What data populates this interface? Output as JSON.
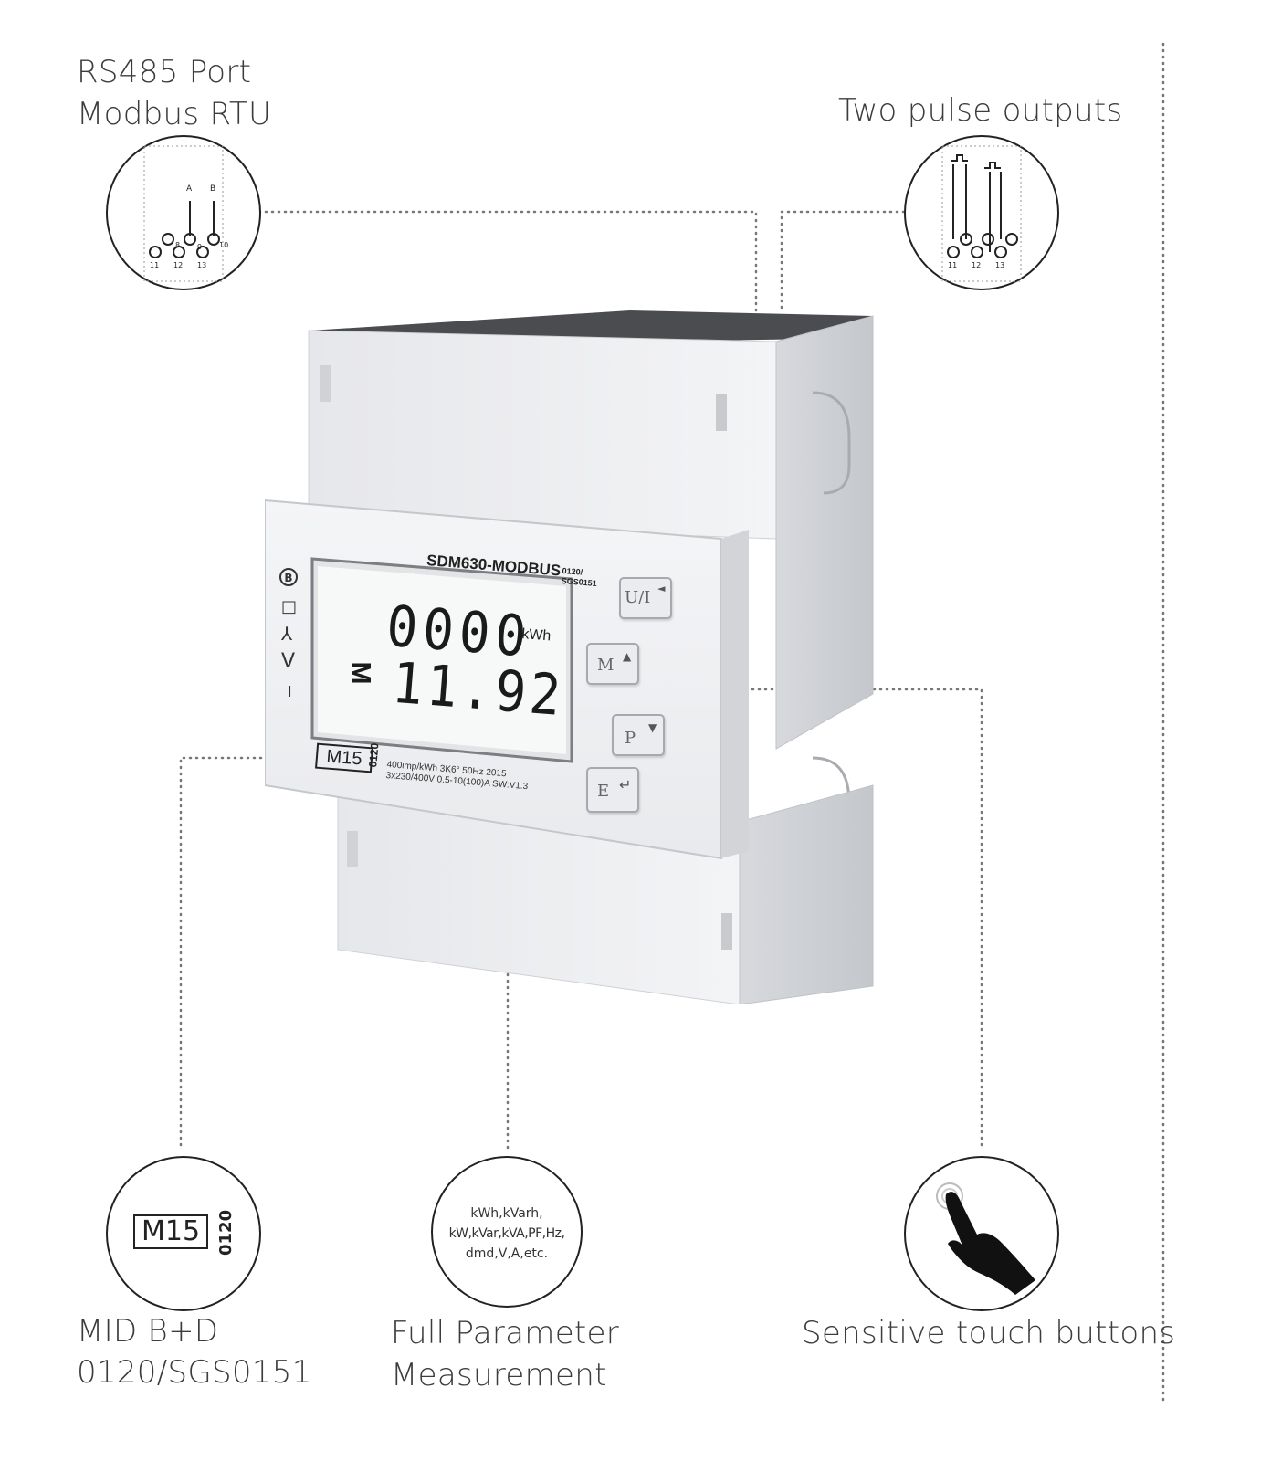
{
  "features": {
    "rs485": {
      "line1": "RS485 Port",
      "line2": "Modbus RTU",
      "icon": "rs485-terminal-icon",
      "terminal_labels_top": [
        "A",
        "B"
      ],
      "terminal_nums": [
        "8",
        "9",
        "10"
      ],
      "terminal_labels_bottom": [
        "11",
        "12",
        "13"
      ]
    },
    "pulse": {
      "line1": "Two pulse outputs",
      "icon": "pulse-terminal-icon",
      "terminal_labels_bottom": [
        "11",
        "12",
        "13"
      ]
    },
    "mid": {
      "line1": "MID B+D",
      "line2": "0120/SGS0151",
      "icon_text": "M15",
      "icon_side": "0120"
    },
    "params": {
      "line1": "Full Parameter",
      "line2": "Measurement",
      "icon_line1": "kWh,kVarh,",
      "icon_line2": "kW,kVar,kVA,PF,Hz,",
      "icon_line3": "dmd,V,A,etc."
    },
    "touch": {
      "line1": "Sensitive touch buttons",
      "icon": "finger-touch-icon"
    }
  },
  "meter": {
    "model": "SDM630-MODBUS",
    "cert_top": "0120/",
    "cert_bottom": "SGS0151",
    "display_line1": "0000",
    "display_line2": "11.92",
    "display_mode": "M",
    "display_unit": "kWh",
    "mark": "M15",
    "mark_code": "0120",
    "spec_line1": "400imp/kWh   3K6°  50Hz   2015",
    "spec_line2": "3x230/400V 0.5-10(100)A  SW:V1.3",
    "buttons": [
      {
        "label": "U/I",
        "arrow": "◄"
      },
      {
        "label": "M",
        "arrow": "▲"
      },
      {
        "label": "P",
        "arrow": "▼"
      },
      {
        "label": "E",
        "arrow": "↵"
      }
    ],
    "side_icons": [
      "B",
      "□",
      "⅄",
      "V",
      "ı"
    ]
  }
}
